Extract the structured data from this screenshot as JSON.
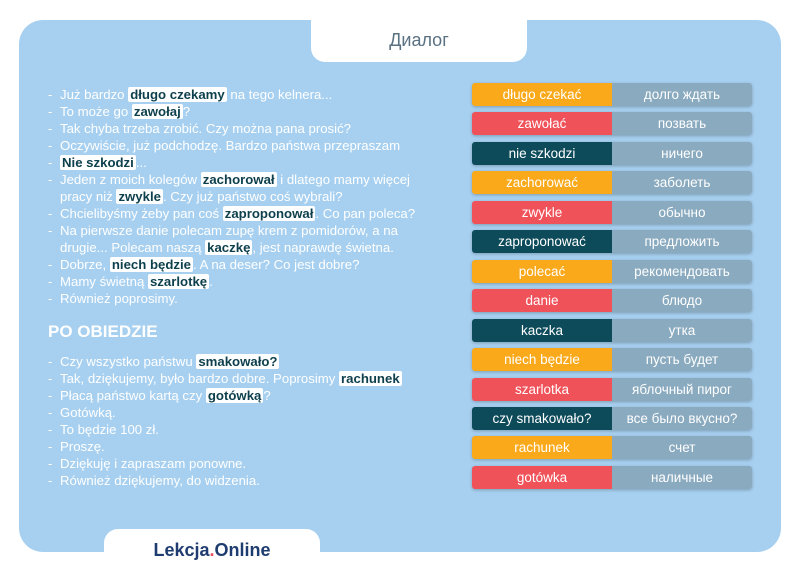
{
  "header": {
    "title": "Диалог"
  },
  "brand": {
    "logo_text_1": "Lekcja",
    "logo_dot": ".",
    "logo_text_2": "nline",
    "logo_o": "O"
  },
  "dialog1": [
    {
      "parts": [
        "Już bardzo ",
        {
          "hl": "długo czekamy"
        },
        " na tego kelnera..."
      ]
    },
    {
      "parts": [
        "To może go ",
        {
          "hl": "zawołaj"
        },
        "?"
      ]
    },
    {
      "parts": [
        "Tak chyba trzeba zrobić. Czy można pana prosić?"
      ]
    },
    {
      "parts": [
        "Oczywiście, już podchodzę. Bardzo państwa przepraszam"
      ]
    },
    {
      "parts": [
        {
          "hl": "Nie szkodzi"
        },
        "..."
      ]
    },
    {
      "parts": [
        "Jeden z moich kolegów ",
        {
          "hl": "zachorował"
        },
        " i dlatego mamy więcej"
      ],
      "cont": [
        "pracy niż ",
        {
          "hl": "zwykle"
        },
        ". Czy już państwo coś wybrali?"
      ]
    },
    {
      "parts": [
        "Chcielibyśmy żeby pan coś ",
        {
          "hl": "zaproponował"
        },
        ". Co pan poleca?"
      ]
    },
    {
      "parts": [
        "Na pierwsze danie polecam zupę krem z pomidorów,  a na"
      ],
      "cont": [
        "drugie... Polecam naszą ",
        {
          "hl": "kaczkę"
        },
        ", jest naprawdę świetna."
      ]
    },
    {
      "parts": [
        "Dobrze, ",
        {
          "hl": "niech będzie"
        },
        ". A na deser? Co jest dobre?"
      ]
    },
    {
      "parts": [
        "Mamy świetną ",
        {
          "hl": "szarlotkę"
        },
        "."
      ]
    },
    {
      "parts": [
        "Również poprosimy."
      ]
    }
  ],
  "section": {
    "title": "PO OBIEDZIE"
  },
  "dialog2": [
    {
      "parts": [
        "Czy wszystko państwu ",
        {
          "hl": "smakowało?"
        }
      ]
    },
    {
      "parts": [
        "Tak, dziękujemy, było bardzo dobre. Poprosimy ",
        {
          "hl": "rachunek"
        }
      ]
    },
    {
      "parts": [
        "Płacą państwo kartą czy ",
        {
          "hl": "gotówką"
        },
        "?"
      ]
    },
    {
      "parts": [
        "Gotówką."
      ]
    },
    {
      "parts": [
        "To będzie 100 zł."
      ]
    },
    {
      "parts": [
        "Proszę."
      ]
    },
    {
      "parts": [
        "Dziękuję i zapraszam ponowne."
      ]
    },
    {
      "parts": [
        "Również dziękujemy, do widzenia."
      ]
    }
  ],
  "vocabulary": [
    {
      "pl": "długo czekać",
      "ru": "долго ждать",
      "color": "orange"
    },
    {
      "pl": "zawołać",
      "ru": "позвать",
      "color": "red"
    },
    {
      "pl": "nie szkodzi",
      "ru": "ничего",
      "color": "teal"
    },
    {
      "pl": "zachorować",
      "ru": "заболеть",
      "color": "orange"
    },
    {
      "pl": "zwykle",
      "ru": "обычно",
      "color": "red"
    },
    {
      "pl": "zaproponować",
      "ru": "предложить",
      "color": "teal"
    },
    {
      "pl": "polecać",
      "ru": "рекомендовать",
      "color": "orange"
    },
    {
      "pl": "danie",
      "ru": "блюдо",
      "color": "red"
    },
    {
      "pl": "kaczka",
      "ru": "утка",
      "color": "teal"
    },
    {
      "pl": "niech będzie",
      "ru": "пусть будет",
      "color": "orange"
    },
    {
      "pl": "szarlotka",
      "ru": "яблочный пирог",
      "color": "red"
    },
    {
      "pl": "czy smakowało?",
      "ru": "все было вкусно?",
      "color": "teal"
    },
    {
      "pl": "rachunek",
      "ru": "счет",
      "color": "orange"
    },
    {
      "pl": "gotówka",
      "ru": "наличные",
      "color": "red"
    }
  ],
  "colors": {
    "orange": "#f9a91a",
    "red": "#f0525a",
    "teal": "#0d4b5a",
    "card": "#a7d0f0"
  }
}
